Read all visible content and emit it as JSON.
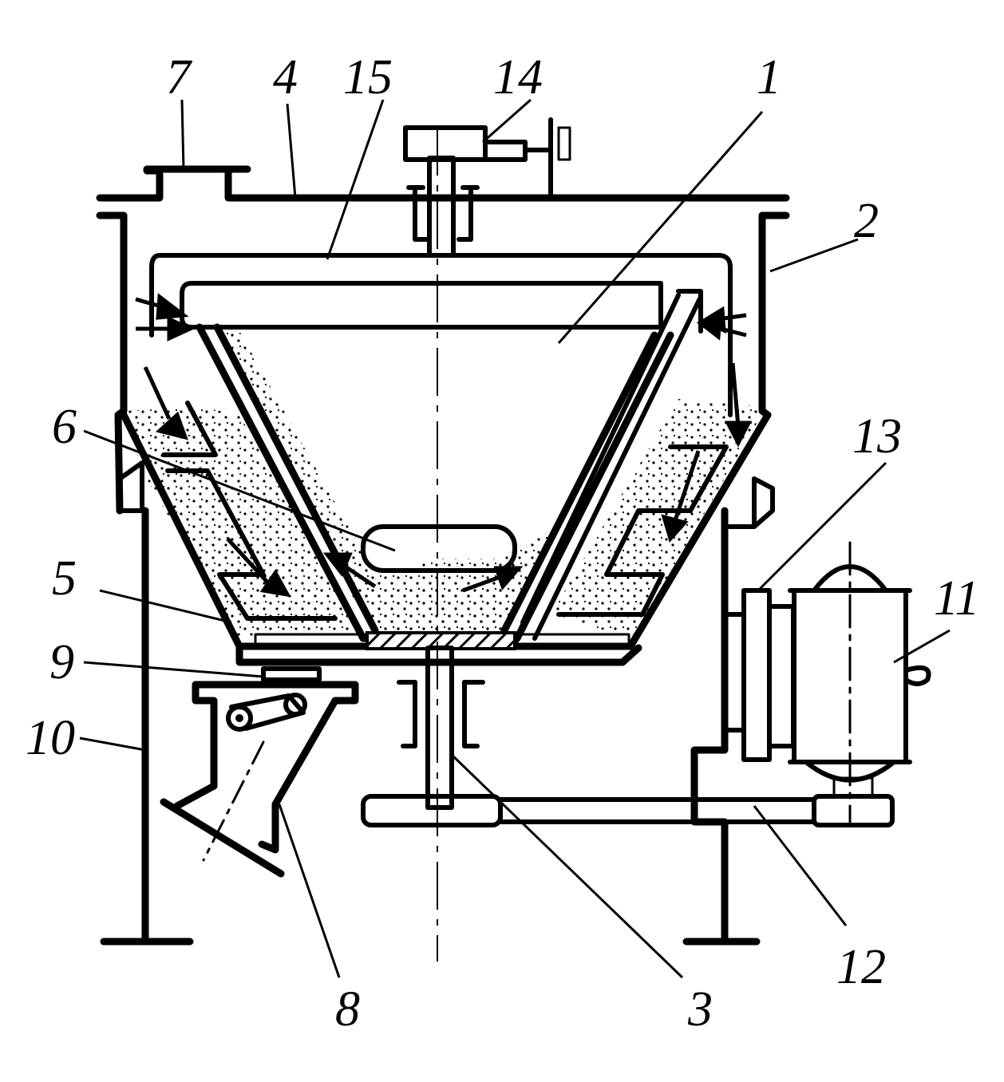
{
  "labels": {
    "l1": "1",
    "l2": "2",
    "l3": "3",
    "l4": "4",
    "l5": "5",
    "l6": "6",
    "l7": "7",
    "l8": "8",
    "l9": "9",
    "l10": "10",
    "l11": "11",
    "l12": "12",
    "l13": "13",
    "l14": "14",
    "l15": "15"
  },
  "colors": {
    "ink": "#000000",
    "paper": "#ffffff"
  }
}
